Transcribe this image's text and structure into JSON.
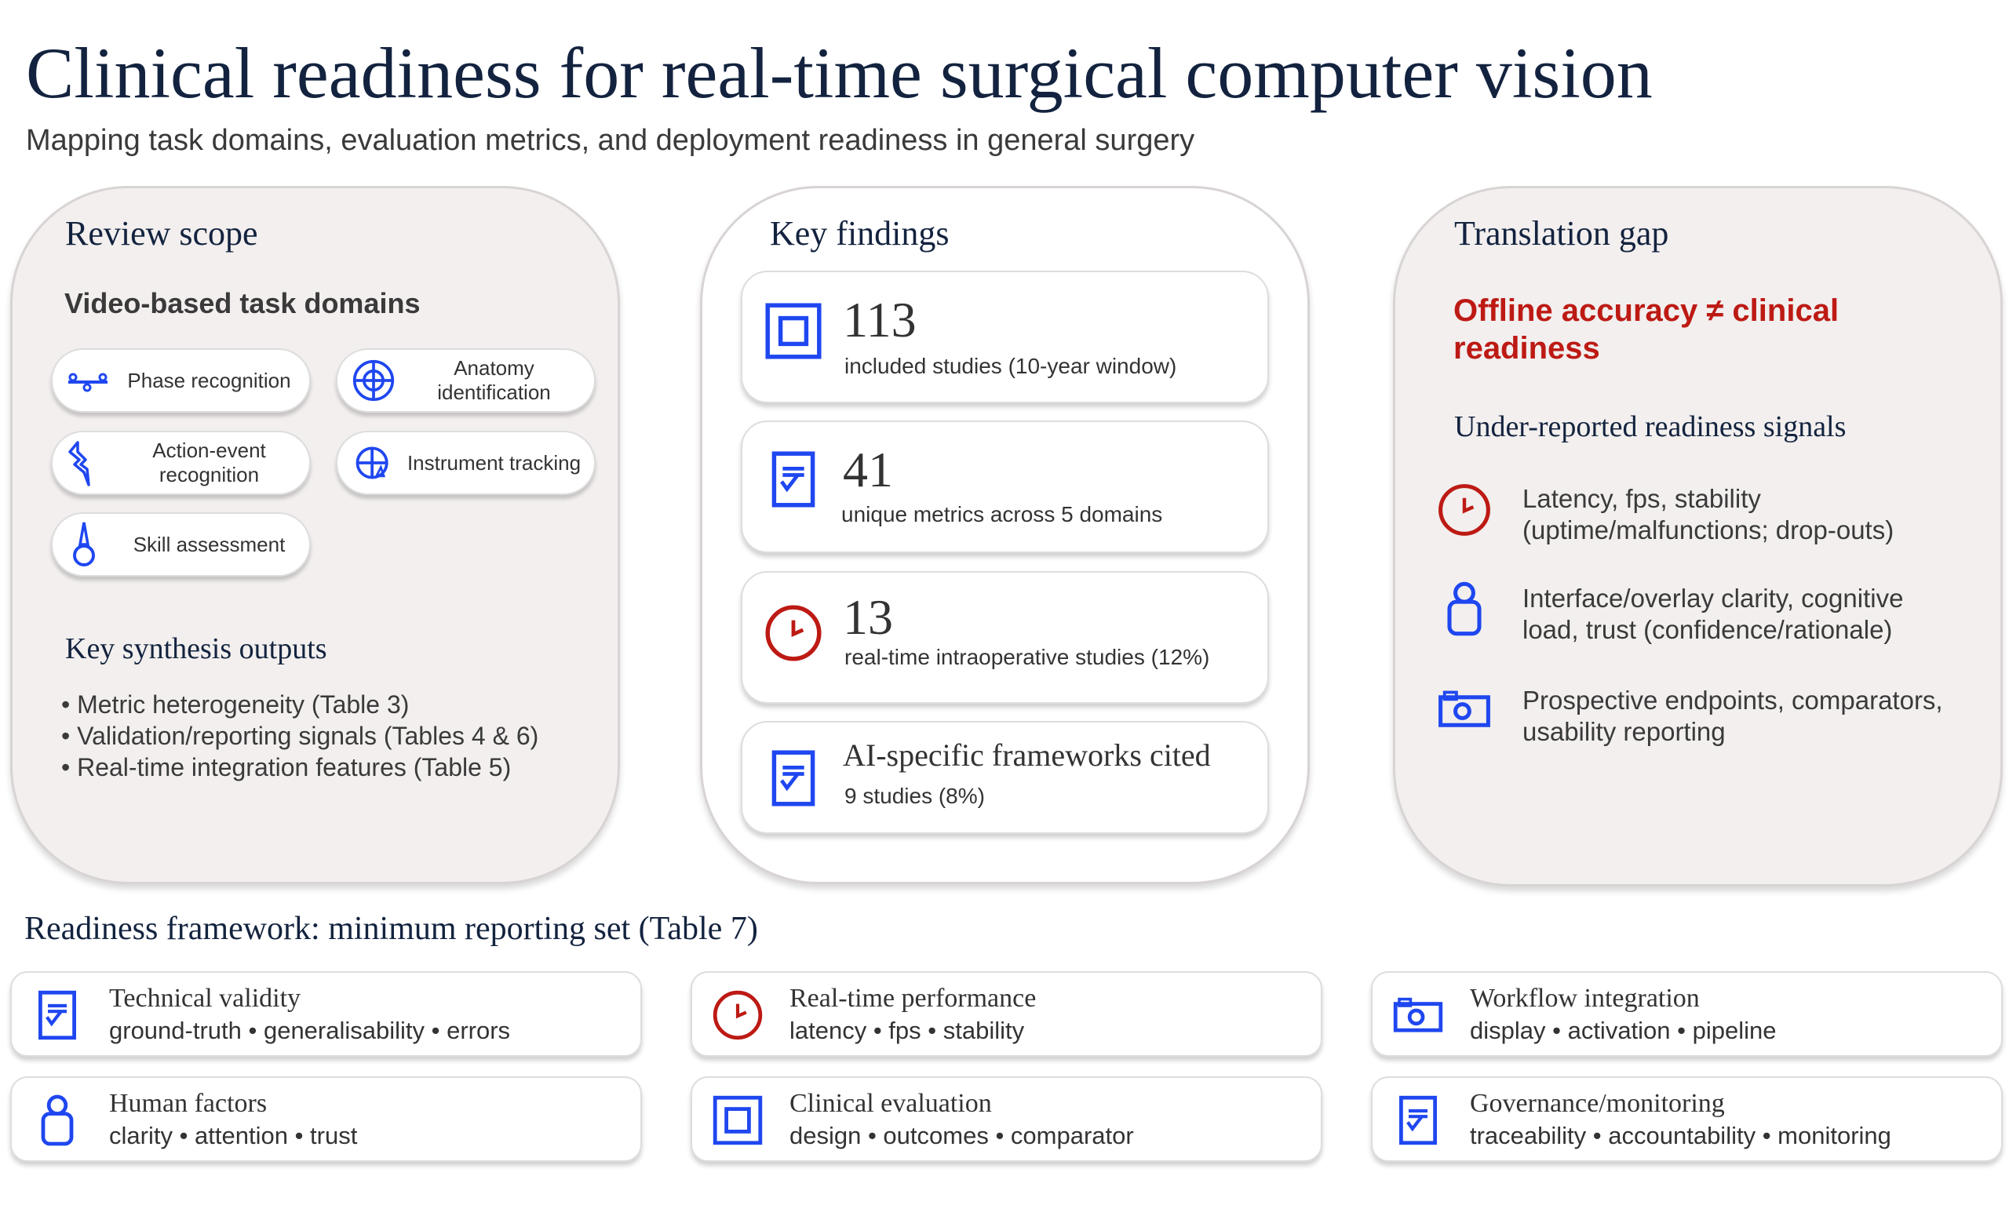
{
  "header": {
    "title": "Clinical readiness for real-time surgical computer vision",
    "subtitle": "Mapping task domains, evaluation metrics, and deployment readiness in general surgery"
  },
  "colors": {
    "accent_blue": "#1f47f0",
    "accent_red": "#bd1a14",
    "title_navy": "#13233f",
    "panel_grey": "#f2efee"
  },
  "review_scope": {
    "title": "Review scope",
    "domains_heading": "Video-based task domains",
    "domains": [
      {
        "label": "Phase recognition",
        "icon": "phase-nodes-icon"
      },
      {
        "label": "Anatomy identification",
        "icon": "crosshair-icon"
      },
      {
        "label": "Action-event recognition",
        "icon": "lightning-icon"
      },
      {
        "label": "Instrument tracking",
        "icon": "tracking-target-icon"
      },
      {
        "label": "Skill assessment",
        "icon": "skill-pin-icon"
      }
    ],
    "outputs_heading": "Key synthesis outputs",
    "outputs": [
      "• Metric heterogeneity (Table 3)",
      "• Validation/reporting signals (Tables 4 & 6)",
      "• Real-time integration features (Table 5)"
    ]
  },
  "key_findings": {
    "title": "Key findings",
    "items": [
      {
        "value": "113",
        "text": "included studies (10-year window)",
        "icon": "square-frame-icon"
      },
      {
        "value": "41",
        "text": "unique metrics across 5 domains",
        "icon": "checklist-icon"
      },
      {
        "value": "13",
        "text": "real-time intraoperative studies (12%)",
        "icon": "clock-icon"
      },
      {
        "value": "AI-specific frameworks cited",
        "text": "9 studies (8%)",
        "icon": "checklist-icon"
      }
    ]
  },
  "translation_gap": {
    "title": "Translation gap",
    "headline": "Offline accuracy ≠ clinical readiness",
    "signals_heading": "Under-reported readiness signals",
    "signals": [
      {
        "lines": [
          "Latency, fps, stability",
          "(uptime/malfunctions; drop-outs)"
        ],
        "icon": "clock-icon"
      },
      {
        "lines": [
          "Interface/overlay clarity, cognitive",
          "load, trust (confidence/rationale)"
        ],
        "icon": "person-icon"
      },
      {
        "lines": [
          "Prospective endpoints, comparators,",
          "usability reporting"
        ],
        "icon": "camera-icon"
      }
    ]
  },
  "framework": {
    "heading": "Readiness framework: minimum reporting set (Table 7)",
    "items": [
      {
        "title": "Technical validity",
        "sub": "ground-truth • generalisability • errors",
        "icon": "checklist-icon"
      },
      {
        "title": "Real-time performance",
        "sub": "latency • fps • stability",
        "icon": "clock-icon"
      },
      {
        "title": "Workflow integration",
        "sub": "display • activation • pipeline",
        "icon": "camera-icon"
      },
      {
        "title": "Human factors",
        "sub": "clarity • attention • trust",
        "icon": "person-icon"
      },
      {
        "title": "Clinical evaluation",
        "sub": "design • outcomes • comparator",
        "icon": "square-frame-icon"
      },
      {
        "title": "Governance/monitoring",
        "sub": "traceability • accountability • monitoring",
        "icon": "checklist-icon"
      }
    ]
  }
}
